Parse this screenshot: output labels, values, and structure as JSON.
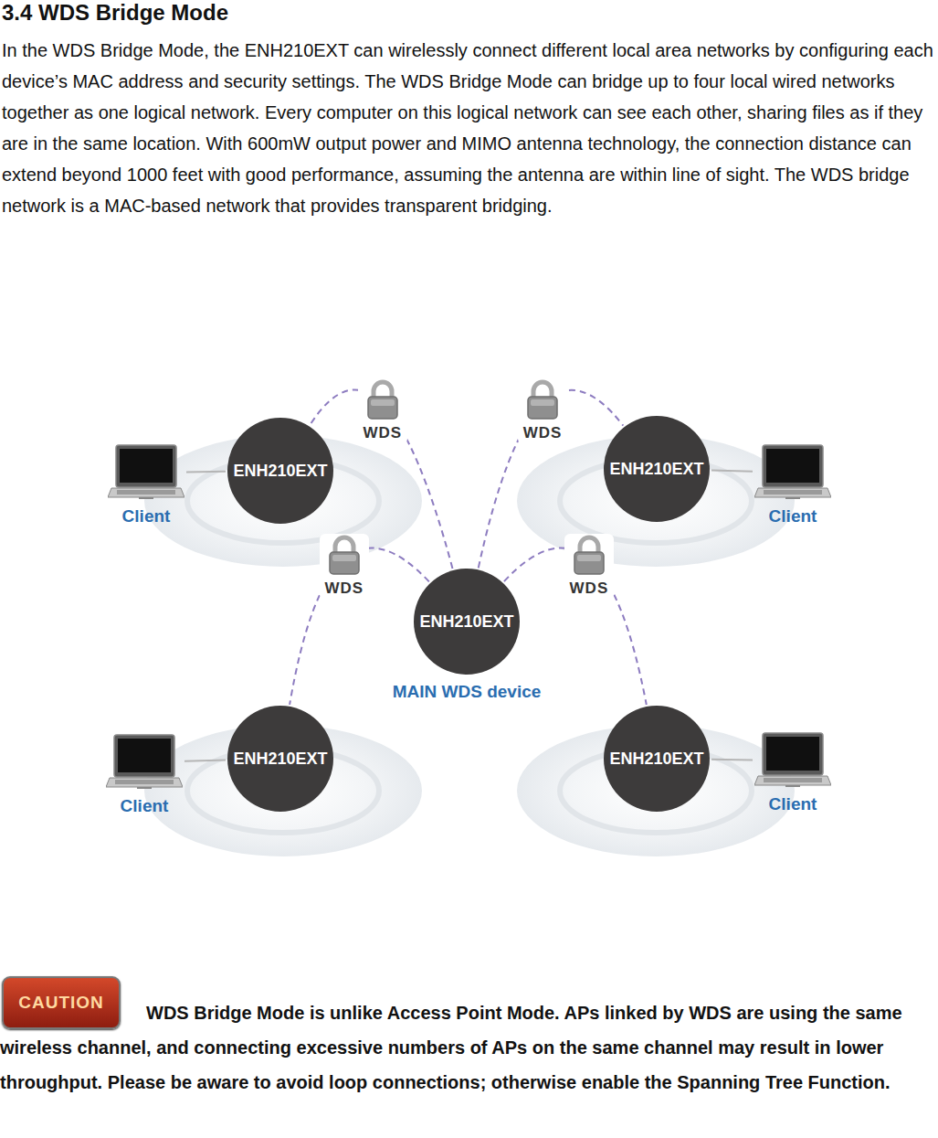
{
  "diagram": {
    "title": "3.4 WDS Bridge Mode",
    "nodes": [
      {
        "text": [
          "Client"
        ]
      },
      {
        "text": [
          "ENH210EXT"
        ]
      },
      {
        "text": [
          "ENH210EXT"
        ]
      },
      {
        "text": [
          "Client"
        ]
      },
      {
        "text": [
          "ENH210EXT",
          "MAIN WDS device"
        ]
      },
      {
        "text": [
          "Client"
        ]
      },
      {
        "text": [
          "ENH210EXT"
        ]
      },
      {
        "text": [
          "ENH210EXT"
        ]
      },
      {
        "text": [
          "Client"
        ]
      }
    ],
    "edges": [
      {
        "from": 0,
        "to": 1,
        "arrow": "none"
      },
      {
        "from": 3,
        "to": 2,
        "arrow": "none"
      },
      {
        "from": 5,
        "to": 6,
        "arrow": "none"
      },
      {
        "from": 8,
        "to": 7,
        "arrow": "none"
      },
      {
        "from": 4,
        "to": 1,
        "label": "WDS",
        "arrow": "none"
      },
      {
        "from": 4,
        "to": 2,
        "label": "WDS",
        "arrow": "none"
      },
      {
        "from": 4,
        "to": 6,
        "label": "WDS",
        "arrow": "none"
      },
      {
        "from": 4,
        "to": 7,
        "label": "WDS",
        "arrow": "none"
      }
    ],
    "labels": [
      "In the WDS Bridge Mode, the ENH210EXT can wirelessly connect different local area networks by configuring each device’s MAC address and security settings. The WDS Bridge Mode can bridge up to four local wired networks together as one logical network. Every computer on this logical network can see each other, sharing files as if they are in the same location. With 600mW output power and MIMO antenna technology, the connection distance can extend beyond 1000 feet with good performance, assuming the antenna are within line of sight. The WDS bridge network is a MAC-based network that provides transparent bridging.",
      "CAUTION",
      "WDS Bridge Mode is unlike Access Point Mode. APs linked by WDS are using the same wireless channel, and connecting excessive numbers of APs on the same channel may result in lower throughput. Please be aware to avoid loop connections; otherwise enable the Spanning Tree Function."
    ]
  }
}
